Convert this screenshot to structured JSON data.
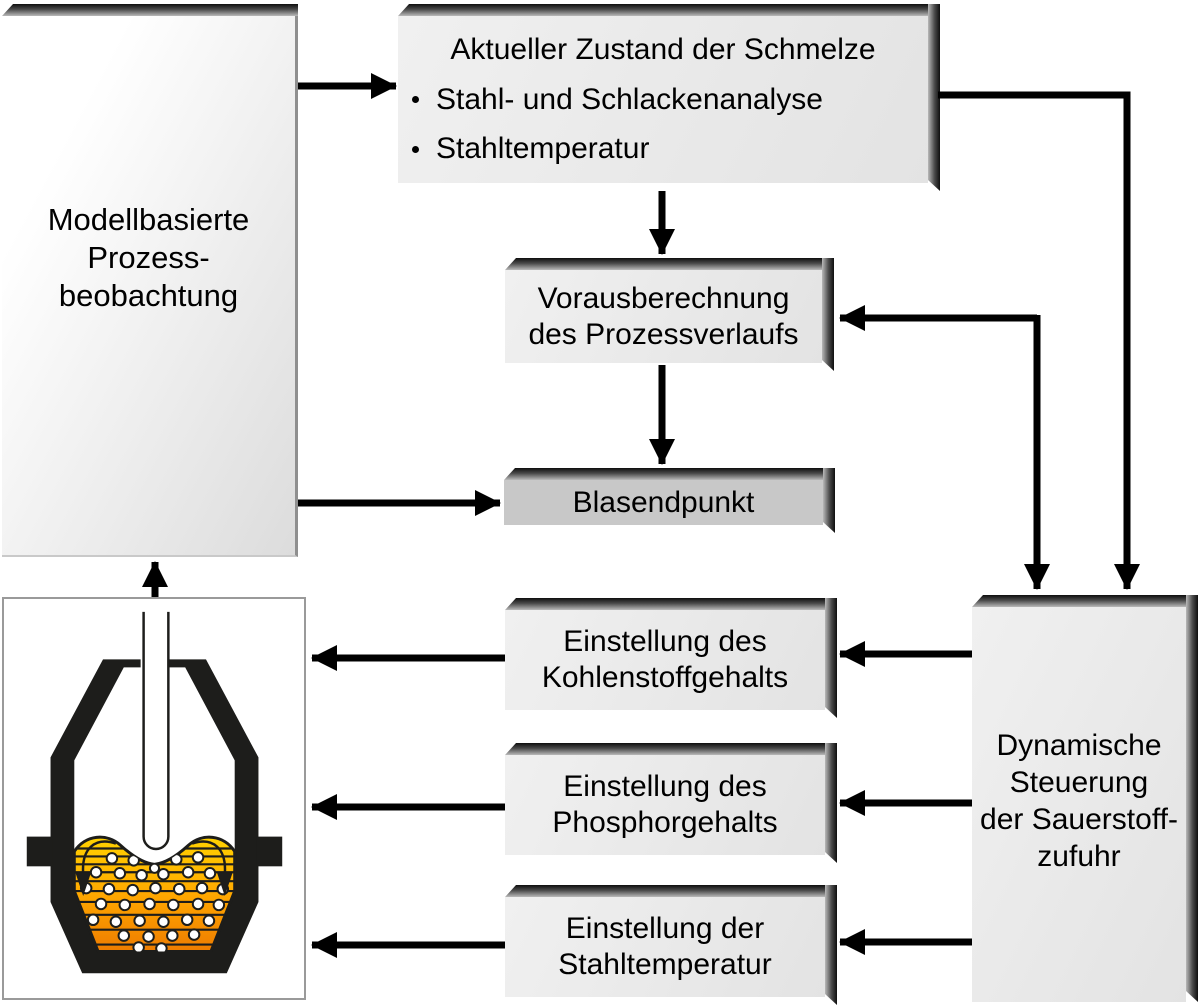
{
  "colors": {
    "background": "#ffffff",
    "box_face_light": "#e9e9e9",
    "box_face_endpoint": "#c8c8c8",
    "bevel_dark": "#0e0e0e",
    "arrow": "#000000",
    "vessel_black": "#1d1d1b",
    "melt_top": "#ffd200",
    "melt_mid": "#ffa800",
    "melt_bottom": "#ee7c00"
  },
  "boxes": {
    "observation": {
      "lines": [
        "Modellbasierte",
        "Prozess-",
        "beobachtung"
      ]
    },
    "melt_state": {
      "title": "Aktueller Zustand der Schmelze",
      "bullets": [
        "Stahl- und Schlackenanalyse",
        "Stahltemperatur"
      ]
    },
    "forecast": {
      "lines": [
        "Vorausberechnung",
        "des Prozessverlaufs"
      ]
    },
    "blow_endpoint": {
      "label": "Blasendpunkt"
    },
    "oxygen_control": {
      "lines": [
        "Dynamische",
        "Steuerung",
        "der Sauerstoff-",
        "zufuhr"
      ]
    },
    "carbon": {
      "lines": [
        "Einstellung des",
        "Kohlenstoffgehalts"
      ]
    },
    "phosphorus": {
      "lines": [
        "Einstellung des",
        "Phosphorgehalts"
      ]
    },
    "steel_temperature": {
      "lines": [
        "Einstellung der",
        "Stahltemperatur"
      ]
    }
  }
}
